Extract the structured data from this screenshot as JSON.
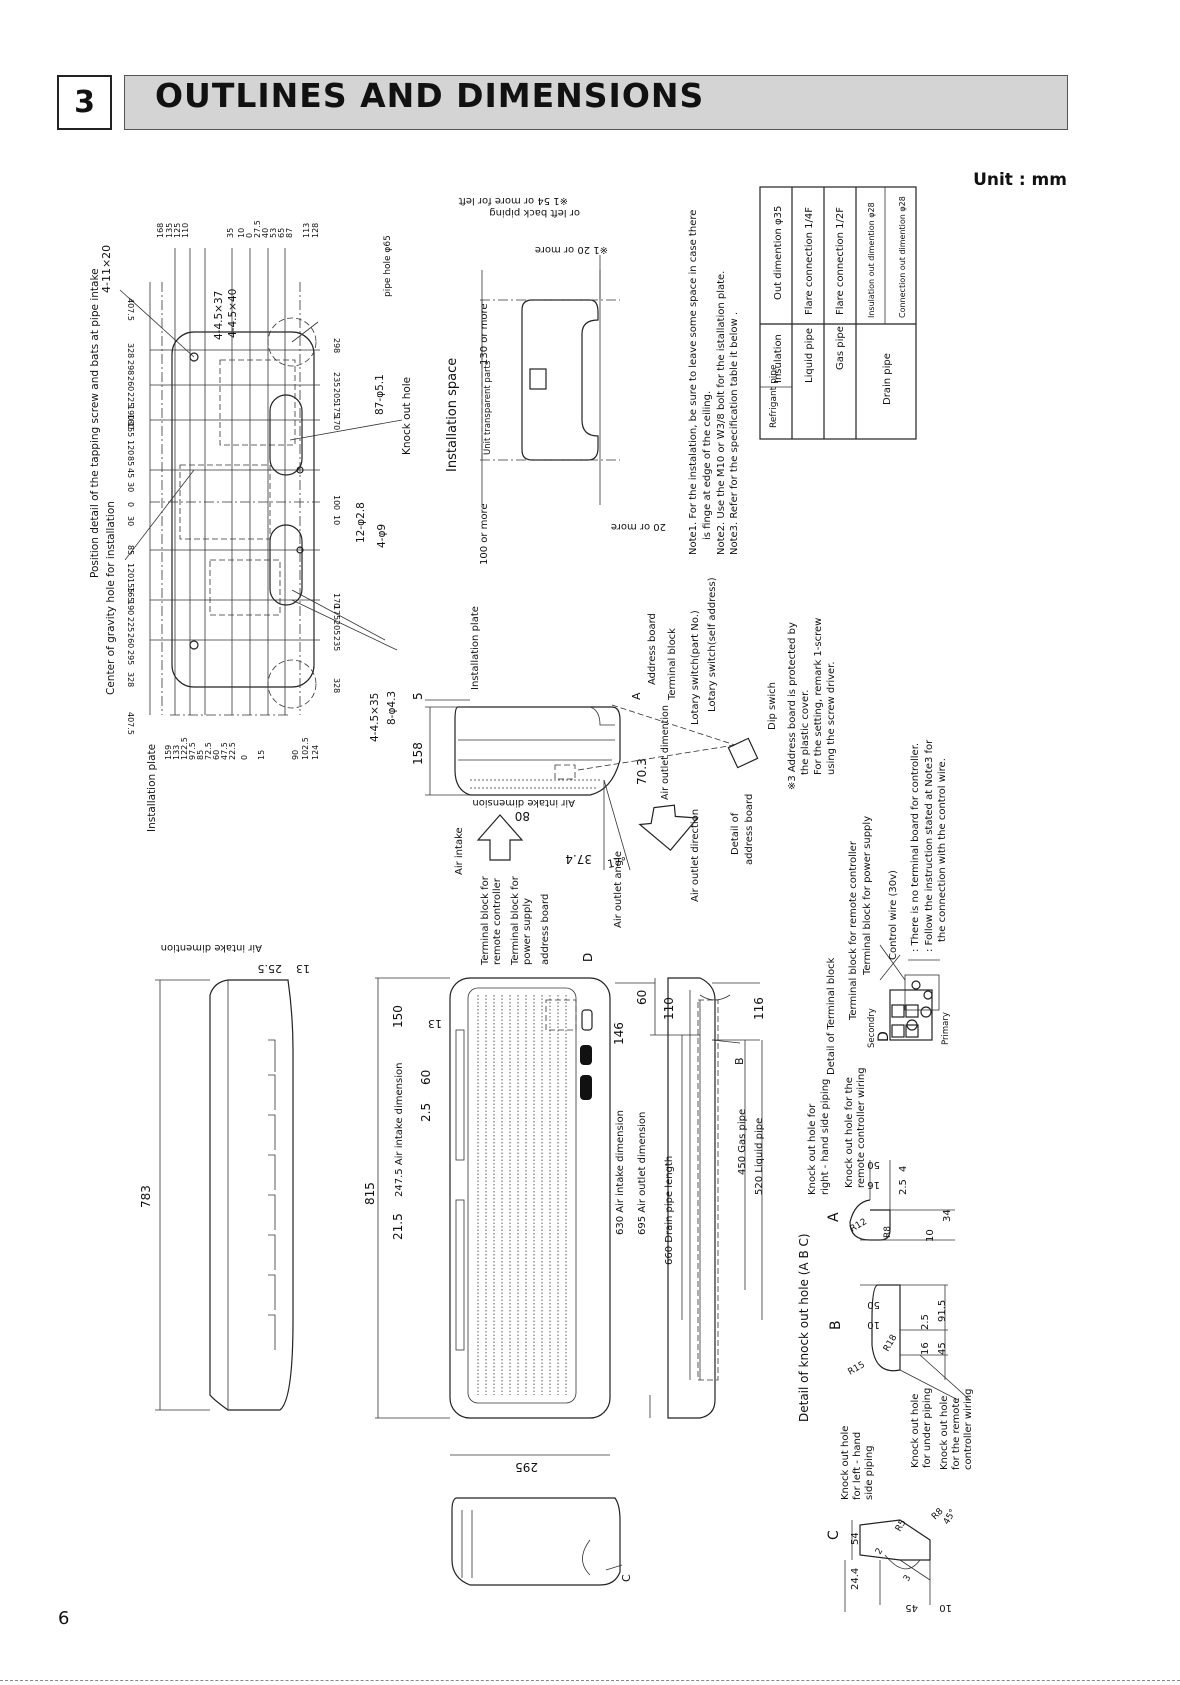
{
  "section": {
    "number": "3",
    "title": "OUTLINES AND DIMENSIONS"
  },
  "unit": "Unit : mm",
  "page_number": "6",
  "plate": {
    "title1": "Position detail of the tapping screw and bats at pipe intake",
    "title2": "Center of gravity hole for installation",
    "label": "Installation plate",
    "top_dim": "4-11×20",
    "top_ticks": [
      "168",
      "135",
      "125",
      "110",
      "35",
      "10",
      "0",
      "27.5",
      "40",
      "53",
      "65",
      "87",
      "113",
      "128"
    ],
    "bottom_ticks": [
      "159",
      "133",
      "122.5",
      "97.5",
      "85",
      "72.5",
      "60",
      "47.5",
      "22.5",
      "0",
      "15",
      "90",
      "102.5",
      "124"
    ],
    "left_ticks": [
      "407.5",
      "328",
      "298",
      "260",
      "225",
      "190",
      "180",
      "155",
      "120",
      "85",
      "45",
      "30",
      "0",
      "30",
      "85",
      "120",
      "155",
      "165",
      "190",
      "225",
      "260",
      "295",
      "328",
      "407.5"
    ],
    "right_ticks": [
      "298",
      "235",
      "205",
      "175",
      "170",
      "10",
      "0",
      "10",
      "170",
      "175",
      "205",
      "235",
      "328"
    ],
    "slot1": "4-4.5×37",
    "slot2": "4-4.5×40",
    "pipe_hole": "pipe hole φ65",
    "hole51": "87-φ5.1",
    "knock": "Knock out hole",
    "hole28": "12-φ2.8",
    "hole9": "4-φ9",
    "slot35": "4-4.5×35",
    "hole43": "8-φ4.3"
  },
  "space": {
    "title": "Installation space",
    "note1": "※1 54 or more for left",
    "note2": "or left back piping",
    "d20a": "※1  20 or more",
    "d130": "130 or more",
    "d100": "100 or more",
    "d20b": "20 or more",
    "transparent": "Unit transparent parts"
  },
  "notes": [
    "Note1. For the instalation, be sure to leave some space in case there",
    "is finge at edge of the ceiling.",
    "Note2. Use the M10 or W3/8 bolt for the istallation plate.",
    "Note3. Refer for the specification table it below ."
  ],
  "spec_table": {
    "refrigerant": "Refrigant pipe",
    "insulation": "Insulation",
    "liquid": "Liquid pipe",
    "gas": "Gas pipe",
    "drain": "Drain pipe",
    "out35": "Out dimention φ35",
    "flare14": "Flare connection 1/4F",
    "flare12": "Flare connection 1/2F",
    "ins28": "Insulation out dimention φ28",
    "conn28": "Connection out dimention φ28"
  },
  "side": {
    "inst_plate": "Installation plate",
    "d5": "5",
    "d158": "158",
    "address": "Address board",
    "terminal": "Terminal block",
    "lotary1": "Lotary switch(part No.)",
    "lotary2": "Lotary switch(self address)",
    "a": "A",
    "dip": "Dip swich",
    "note3a": "※3 Address board is protected by",
    "note3b": "the plastic cover.",
    "note3c": "For the setting, remark 1-screw",
    "note3d": "using the screw driver.",
    "d703": "70.3",
    "outlet_dim": "Air outlet dimention",
    "d80": "80",
    "intake_dim": "Air intake dimension",
    "air_intake": "Air intake",
    "d374": "37.4",
    "d17": "17°",
    "outlet_dir": "Air outlet direction",
    "outlet_angle": "Air outlet angle",
    "detail_addr1": "Detail of",
    "detail_addr2": "address board"
  },
  "front": {
    "d783": "783",
    "intake_dim": "Air intake dimention",
    "d255": "25.5",
    "d13a": "13",
    "d815": "815",
    "d150": "150",
    "d13b": "13",
    "d60a": "60",
    "d25": "2.5",
    "d2475": "247.5 Air intake dimension",
    "d215": "21.5",
    "tb_remote1": "Terminal block for",
    "tb_remote2": "remote controller",
    "tb_power1": "Terminal block for",
    "tb_power2": "power supply",
    "addr": "address board",
    "dlabel": "D",
    "d60b": "60",
    "d146": "146",
    "d630": "630 Air intake dimension",
    "d695": "695 Air outlet dimension",
    "d295": "295",
    "d110": "110",
    "d116": "116",
    "blabel": "B",
    "d660": "660 Drain pipe length",
    "d450": "450 Gas pipe",
    "d520": "520 Liquid pipe",
    "clabel": "C"
  },
  "terminal": {
    "title": "Detail of Terminal block",
    "dlabel": "D",
    "secondry": "Secondry",
    "primary": "Primary",
    "tb_remote": "Terminal block for remote controller",
    "tb_power": "Terminal block for power supply",
    "control": "Control wire (30v)",
    "n1": ": There is no terminal board for controller.",
    "n2": ": Follow the instruction stated at Note3 for",
    "n3": "the connection with the control wire."
  },
  "knock": {
    "title": "Detail of knock out hole (A B C)",
    "a": "A",
    "a_l1": "Knock out hole for",
    "a_l2": "right - hand side piping",
    "a_l3": "Knock out hole for the",
    "a_l4": "remote controller wiring",
    "a_50": "50",
    "a_16": "16",
    "a_4": "4",
    "a_25": "2.5",
    "a_r12": "R12",
    "a_r8": "R8",
    "a_10": "10",
    "a_34": "34",
    "b": "B",
    "b_50": "50",
    "b_10": "10",
    "b_16": "16",
    "b_25": "2.5",
    "b_45": "45",
    "b_915": "91.5",
    "b_r15": "R15",
    "b_r18": "R18",
    "b_l1": "Knock out hole",
    "b_l2": "for under piping",
    "b_l3": "Knock out hole",
    "b_l4": "for the remote",
    "b_l5": "controller wiring",
    "c": "C",
    "c_l1": "Knock out hole",
    "c_l2": "for left - hand",
    "c_l3": "side piping",
    "c_54": "54",
    "c_244": "24.4",
    "c_r5": "R5",
    "c_r8": "R8",
    "c_45a": "45°",
    "c_45b": "45",
    "c_10": "10",
    "c_2": "2",
    "c_3": "3"
  }
}
